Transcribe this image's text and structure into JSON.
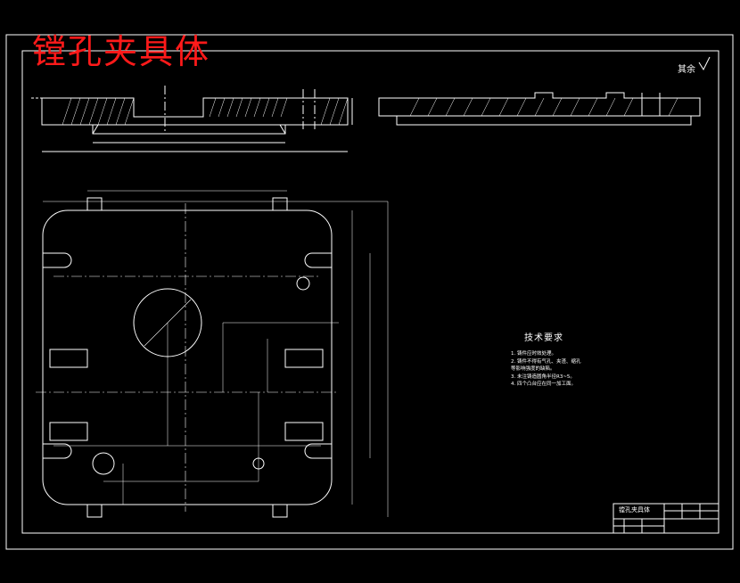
{
  "drawing": {
    "title": "镗孔夹具体",
    "roughness_note": "其余",
    "technical_requirements": {
      "title": "技术要求",
      "items": [
        "1. 铸件应时效处理。",
        "2. 铸件不得有气孔、夹渣、缩孔",
        "   等影响强度的缺陷。",
        "3. 未注铸造圆角半径R3~5。",
        "4. 四个凸台应在同一加工面。"
      ]
    },
    "title_block": {
      "name": "镗孔夹具体"
    }
  }
}
